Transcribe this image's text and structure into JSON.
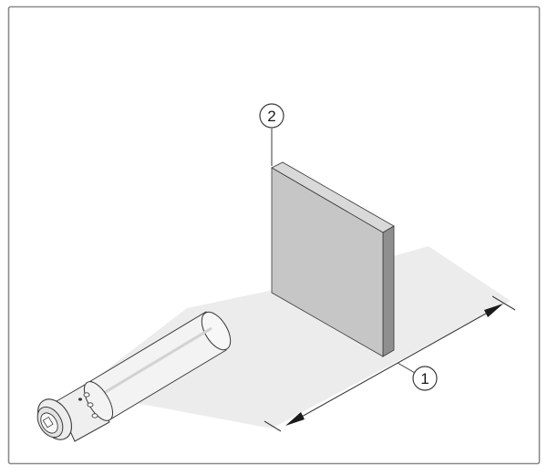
{
  "figure": {
    "callouts": [
      {
        "label": "1",
        "refers_to": "measuring-range"
      },
      {
        "label": "2",
        "refers_to": "target-plate"
      }
    ]
  },
  "colors": {
    "frame": "#8a8a8a",
    "beam_field": "#ececec",
    "plate_front": "#c6c6c6",
    "plate_top": "#d9d9d9",
    "plate_side": "#8f8f8f",
    "sensor_body": "#f3f3f3",
    "outline": "#3a3a3a"
  }
}
